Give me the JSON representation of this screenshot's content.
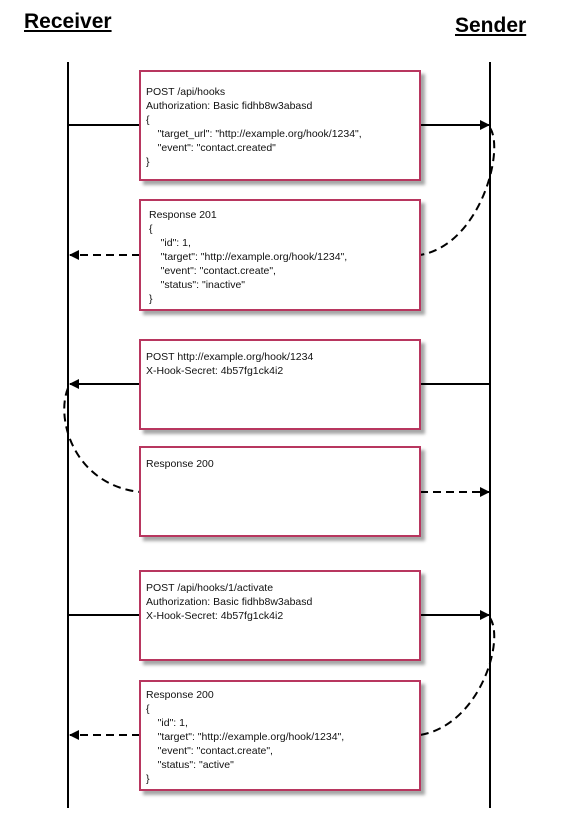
{
  "titles": {
    "receiver": "Receiver",
    "sender": "Sender"
  },
  "colors": {
    "box_border": "#b8365f",
    "line": "#000000"
  },
  "messages": [
    {
      "text": "POST /api/hooks\nAuthorization: Basic fidhb8w3abasd\n{\n    \"target_url\": \"http://example.org/hook/1234\",\n    \"event\": \"contact.created\"\n}"
    },
    {
      "text": "Response 201\n{\n    \"id\": 1,\n    \"target\": \"http://example.org/hook/1234\",\n    \"event\": \"contact.create\",\n    \"status\": \"inactive\"\n}"
    },
    {
      "text": "POST http://example.org/hook/1234\nX-Hook-Secret: 4b57fg1ck4i2"
    },
    {
      "text": "Response 200"
    },
    {
      "text": "POST /api/hooks/1/activate\nAuthorization: Basic fidhb8w3abasd\nX-Hook-Secret: 4b57fg1ck4i2"
    },
    {
      "text": "Response 200\n{\n    \"id\": 1,\n    \"target\": \"http://example.org/hook/1234\",\n    \"event\": \"contact.create\",\n    \"status\": \"active\"\n}"
    }
  ]
}
